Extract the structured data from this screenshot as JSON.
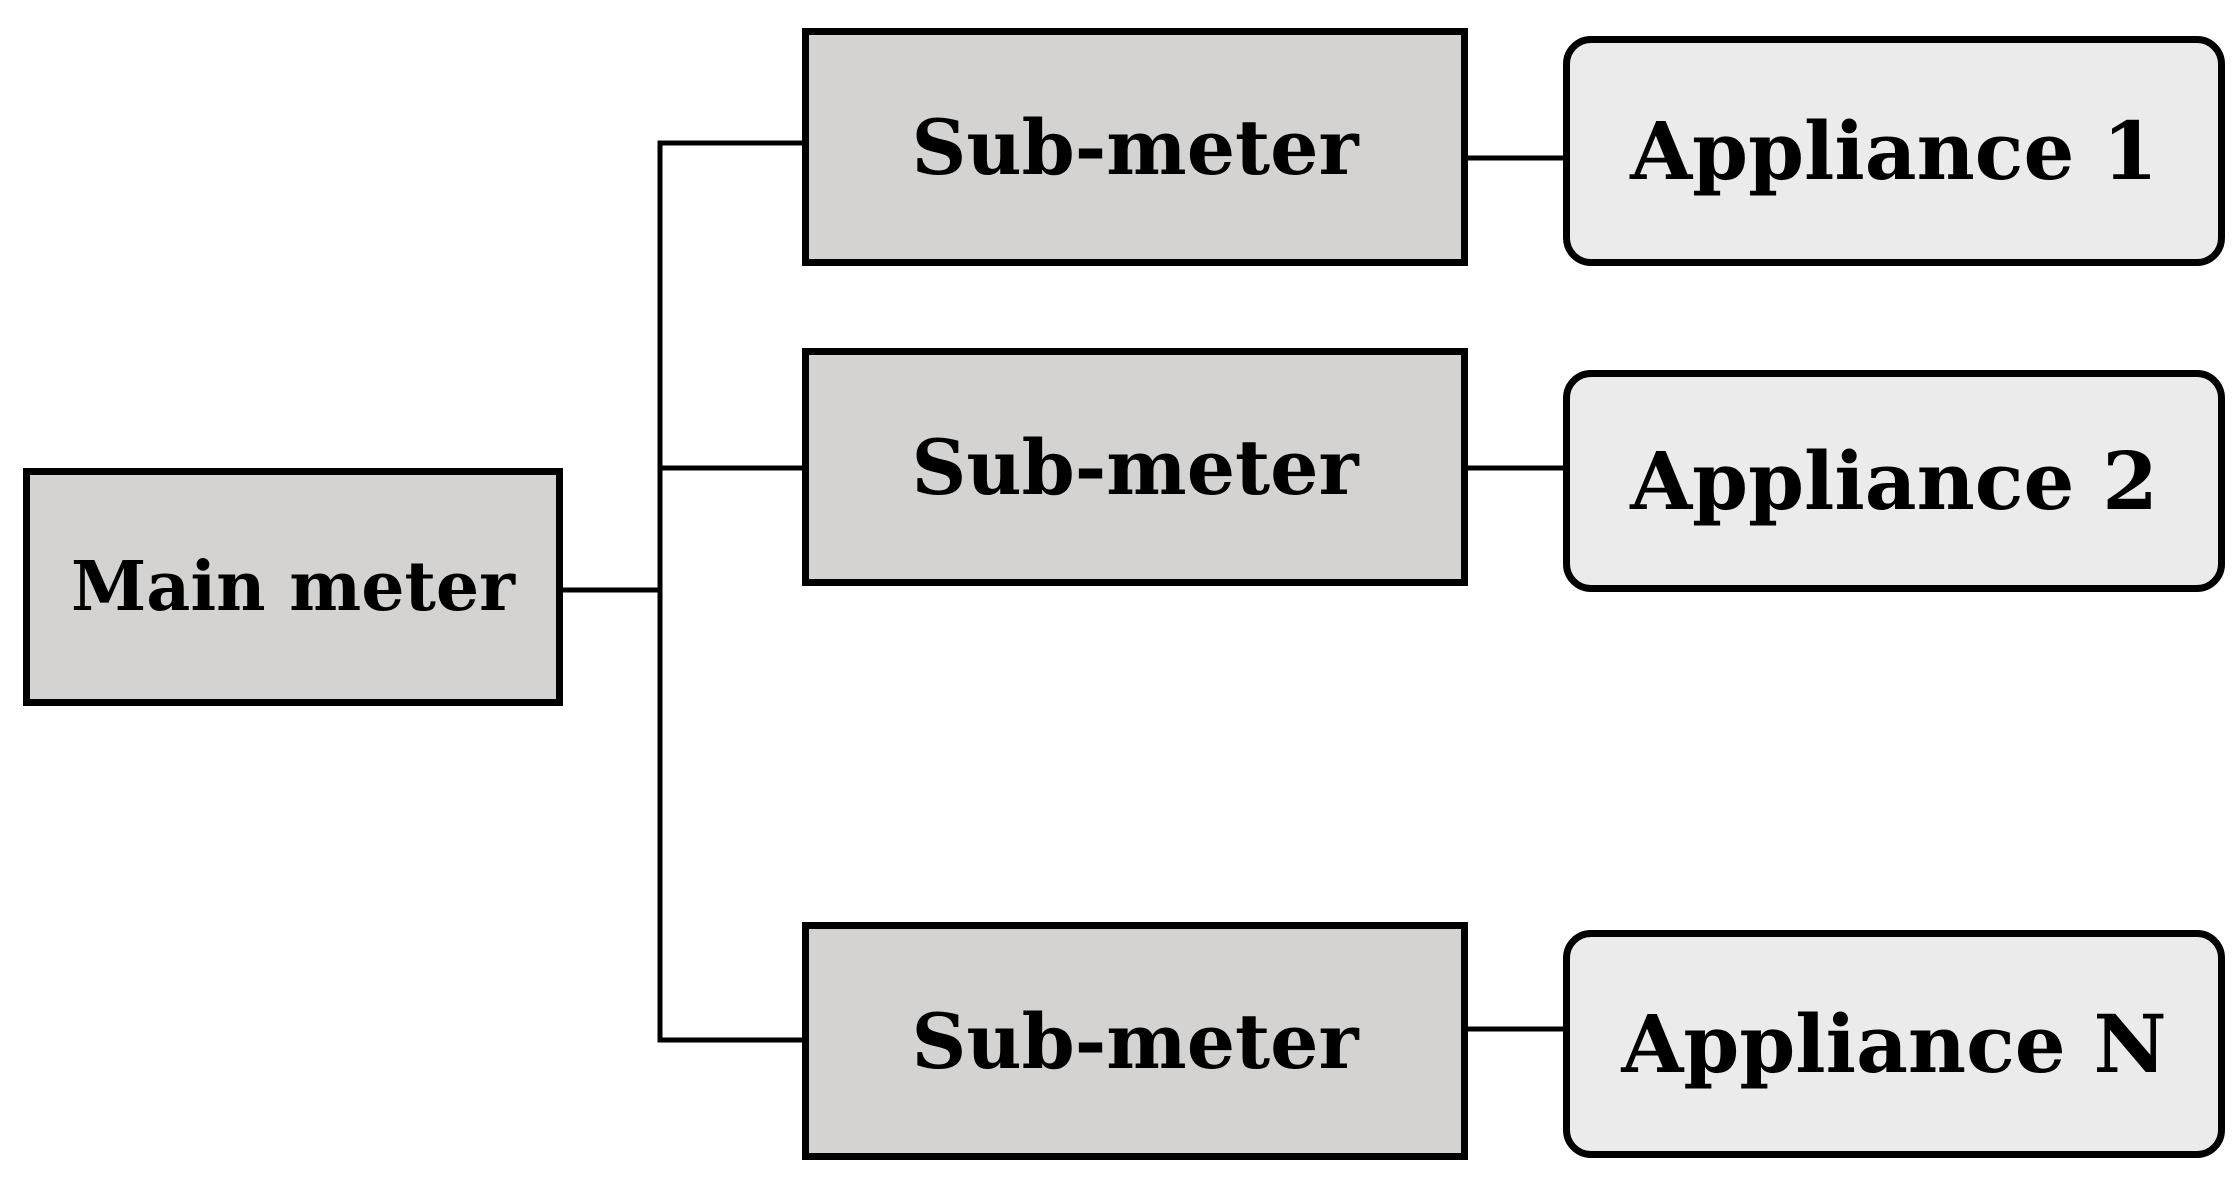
{
  "diagram": {
    "main_meter": {
      "label": "Main meter"
    },
    "branches": [
      {
        "sub_meter_label": "Sub-meter",
        "appliance_label": "Appliance 1"
      },
      {
        "sub_meter_label": "Sub-meter",
        "appliance_label": "Appliance 2"
      },
      {
        "sub_meter_label": "Sub-meter",
        "appliance_label": "Appliance N"
      }
    ],
    "colors": {
      "meter_fill": "#d4d3d1",
      "appliance_fill": "#ebebeb",
      "stroke": "#000000"
    }
  }
}
